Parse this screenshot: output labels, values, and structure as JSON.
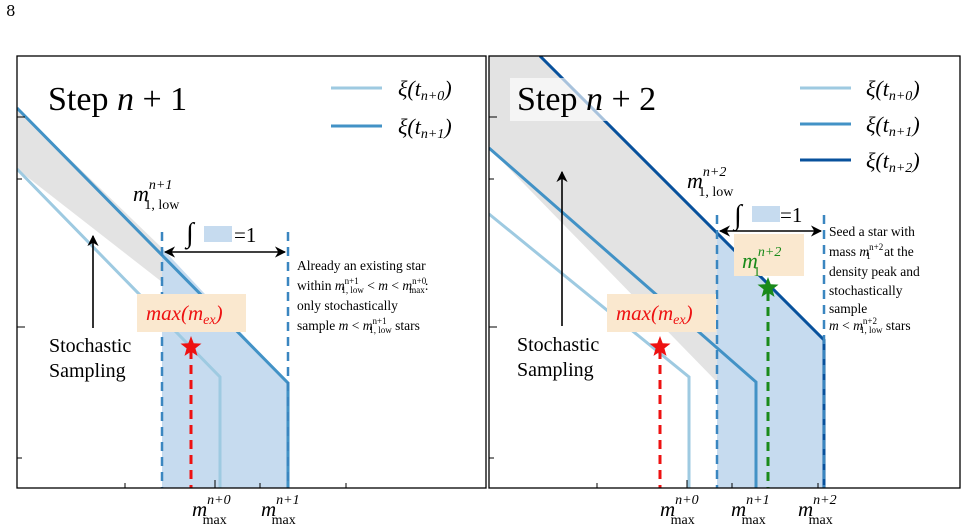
{
  "page_number": "8",
  "colors": {
    "xi_n0": "#9ecae1",
    "xi_n1": "#4292c6",
    "xi_n2": "#08519c",
    "band_fill": "#e3e3e3",
    "integral_fill": "#c6dbef",
    "highlight_box": "#fae8cf",
    "star_existing": "#ee1111",
    "star_seed": "#1a8a1a",
    "dashed_limit": "#3a86c0"
  },
  "left_panel": {
    "title_prefix": "Step ",
    "title_var": "n",
    "title_op": " + 1",
    "legend": [
      {
        "label_base": "ξ(t",
        "label_sub": "n+0",
        "label_end": ")"
      },
      {
        "label_base": "ξ(t",
        "label_sub": "n+1",
        "label_end": ")"
      }
    ],
    "mlow": {
      "base": "m",
      "sup": "n+1",
      "sub": "1, low"
    },
    "integral_eq": "=1",
    "max_label": {
      "base": "max(m",
      "sub": "ex",
      "end": ")"
    },
    "stochastic_line1": "Stochastic",
    "stochastic_line2": "Sampling",
    "note_line1": "Already an existing star",
    "note_line2_a": "within ",
    "note_line2_b": ":",
    "note_line3_a": "only stochastically",
    "note_line4_a": "sample ",
    "note_line4_b": " stars",
    "xticks": [
      {
        "base": "m",
        "sup": "n+0",
        "sub": "max"
      },
      {
        "base": "m",
        "sup": "n+1",
        "sub": "max"
      }
    ]
  },
  "right_panel": {
    "title_prefix": "Step ",
    "title_var": "n",
    "title_op": " + 2",
    "legend": [
      {
        "label_base": "ξ(t",
        "label_sub": "n+0",
        "label_end": ")"
      },
      {
        "label_base": "ξ(t",
        "label_sub": "n+1",
        "label_end": ")"
      },
      {
        "label_base": "ξ(t",
        "label_sub": "n+2",
        "label_end": ")"
      }
    ],
    "mlow": {
      "base": "m",
      "sup": "n+2",
      "sub": "1, low"
    },
    "integral_eq": "=1",
    "m1_label": {
      "base": "m",
      "sup": "n+2",
      "sub": "1"
    },
    "max_label": {
      "base": "max(m",
      "sub": "ex",
      "end": ")"
    },
    "stochastic_line1": "Stochastic",
    "stochastic_line2": "Sampling",
    "note_line1": "Seed a star with",
    "note_line2_a": "mass ",
    "note_line2_b": " at the",
    "note_line3": "density peak and",
    "note_line4": "stochastically",
    "note_line5": "sample",
    "note_line6_b": " stars",
    "xticks": [
      {
        "base": "m",
        "sup": "n+0",
        "sub": "max"
      },
      {
        "base": "m",
        "sup": "n+1",
        "sub": "max"
      },
      {
        "base": "m",
        "sup": "n+2",
        "sub": "max"
      }
    ]
  }
}
